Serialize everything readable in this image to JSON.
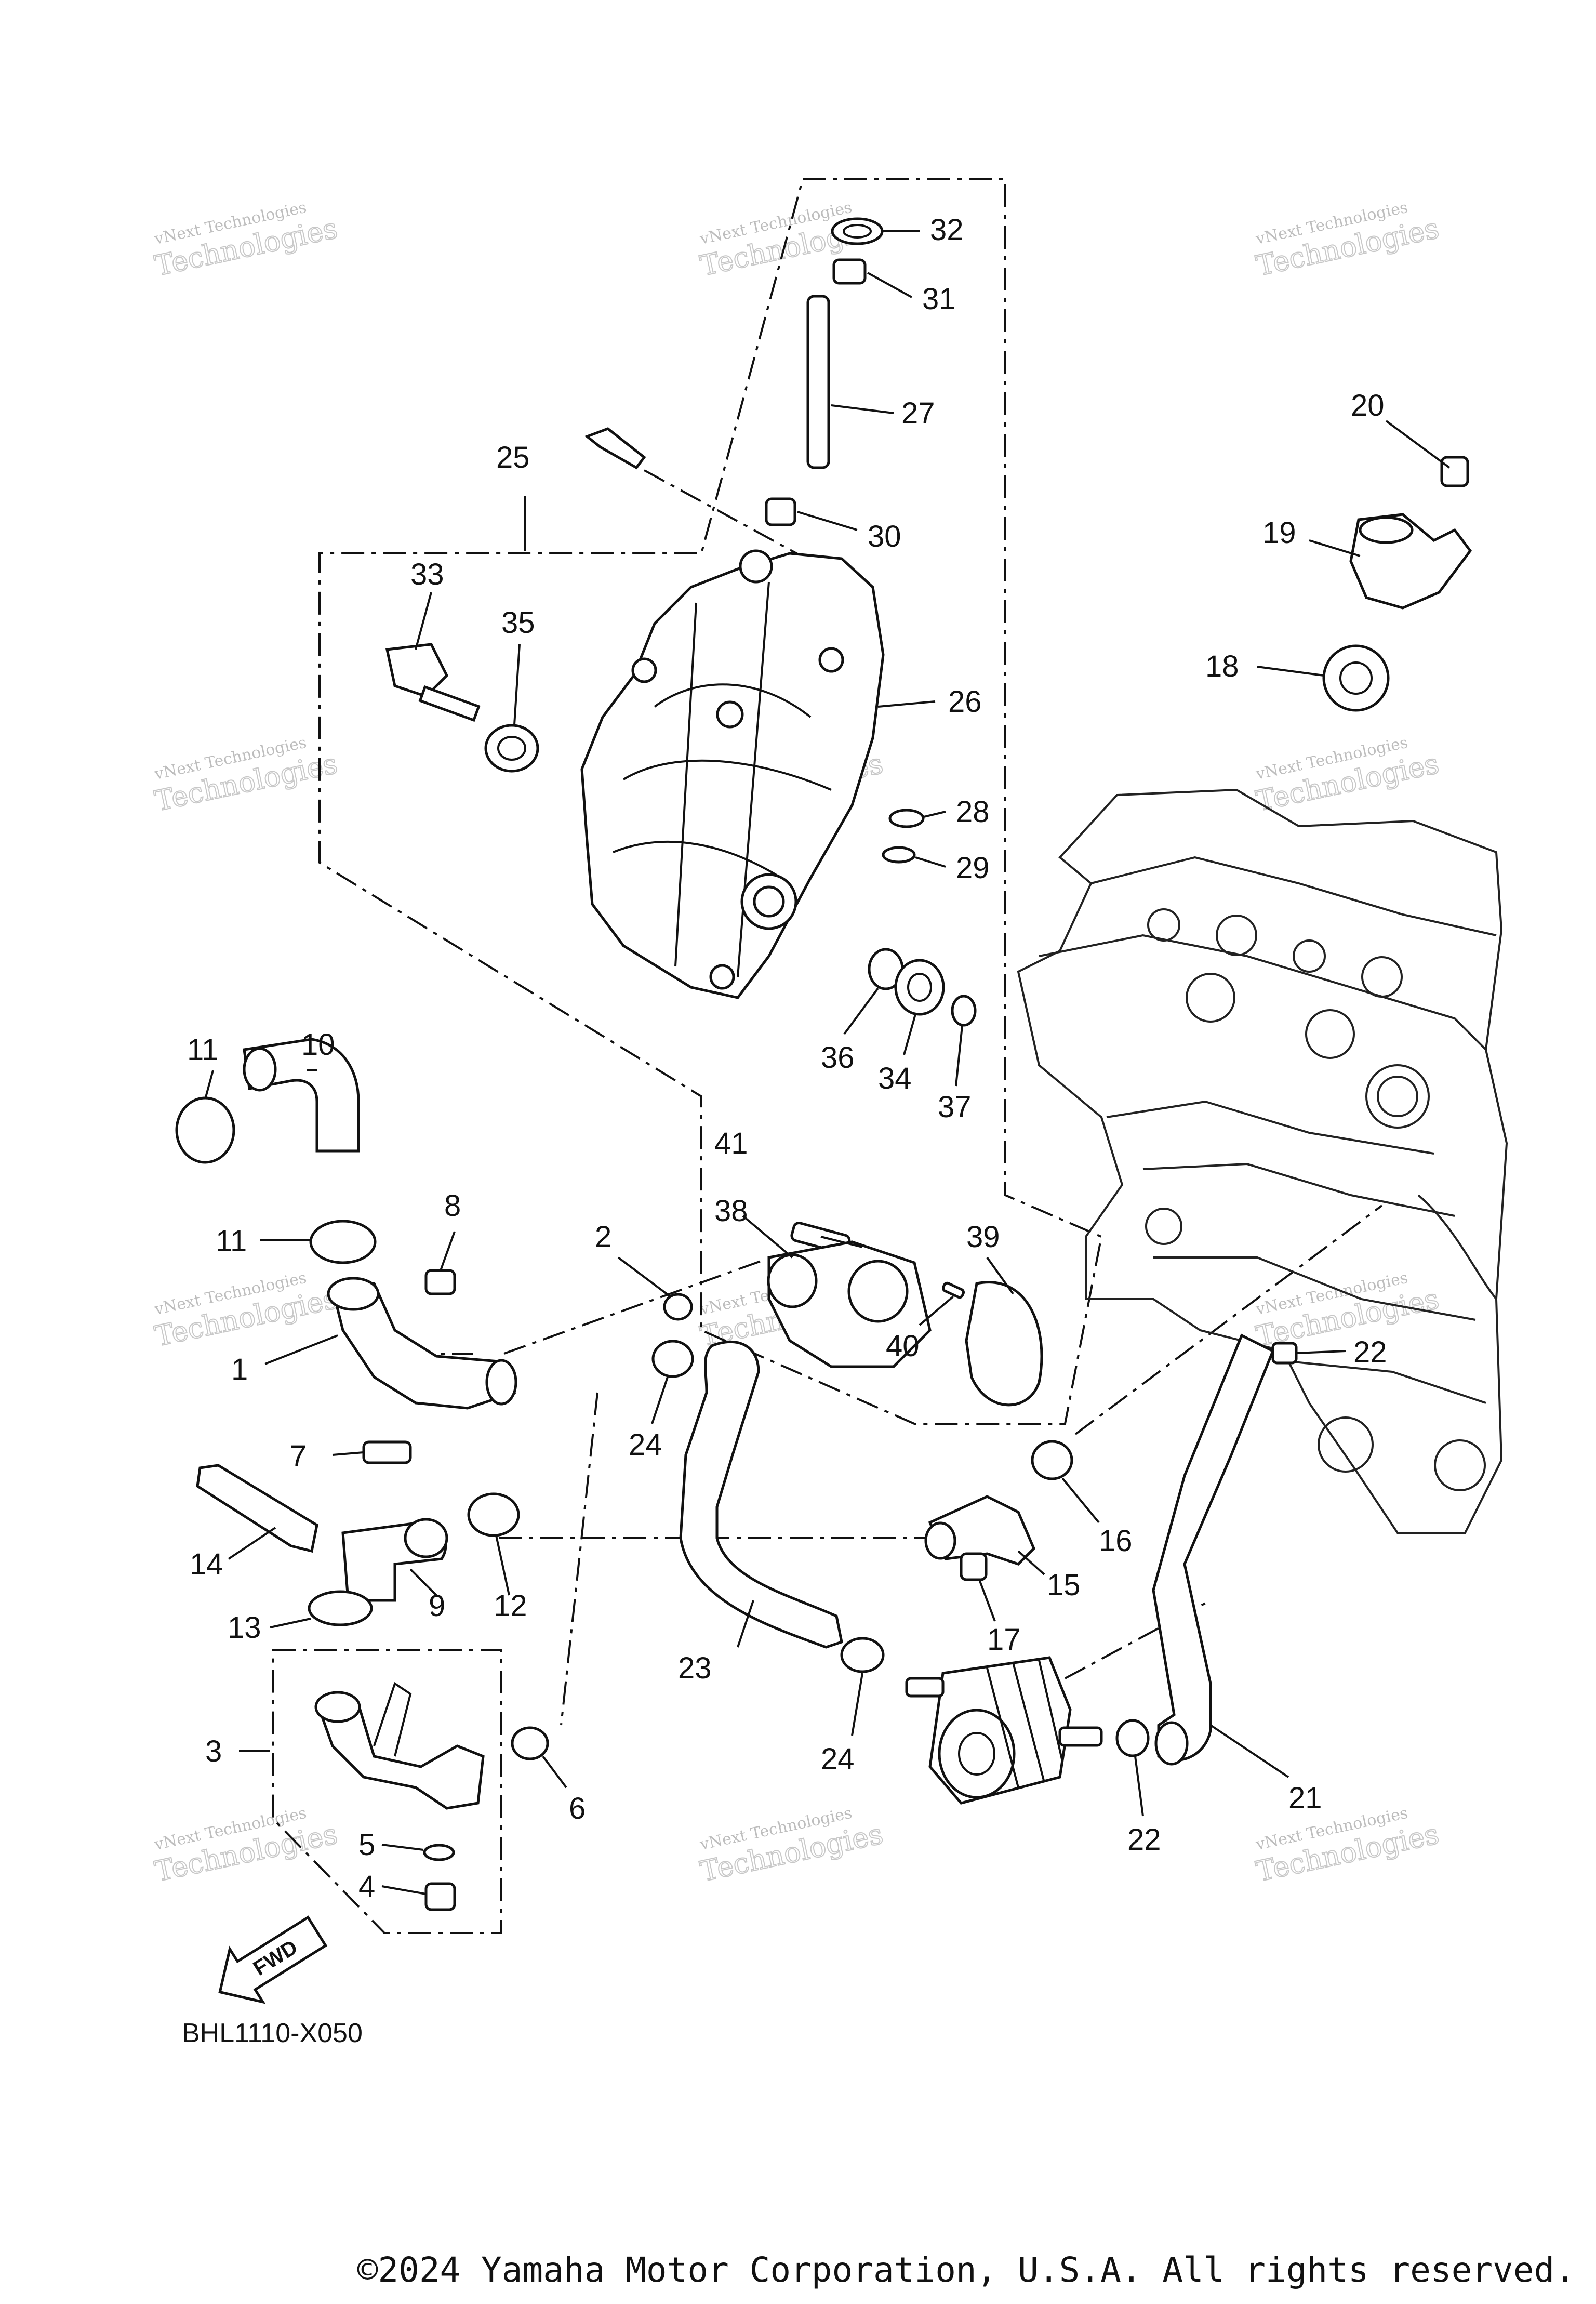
{
  "drawing_id": "BHL1110-X050",
  "copyright": "©2024 Yamaha Motor Corporation, U.S.A. All rights reserved.",
  "fwd_label": "FWD",
  "watermark": {
    "line1": "vNext Technologies",
    "line2": "Technologies"
  },
  "callouts": {
    "c1": "1",
    "c2": "2",
    "c3": "3",
    "c4": "4",
    "c5": "5",
    "c6": "6",
    "c7": "7",
    "c8": "8",
    "c9": "9",
    "c10": "10",
    "c11a": "11",
    "c11b": "11",
    "c12": "12",
    "c13": "13",
    "c14": "14",
    "c15": "15",
    "c16": "16",
    "c17": "17",
    "c18": "18",
    "c19": "19",
    "c20": "20",
    "c21": "21",
    "c22a": "22",
    "c22b": "22",
    "c23": "23",
    "c24a": "24",
    "c24b": "24",
    "c25": "25",
    "c26": "26",
    "c27": "27",
    "c28": "28",
    "c29": "29",
    "c30": "30",
    "c31": "31",
    "c32": "32",
    "c33": "33",
    "c34": "34",
    "c35": "35",
    "c36": "36",
    "c37": "37",
    "c38": "38",
    "c39": "39",
    "c40": "40",
    "c41": "41"
  }
}
